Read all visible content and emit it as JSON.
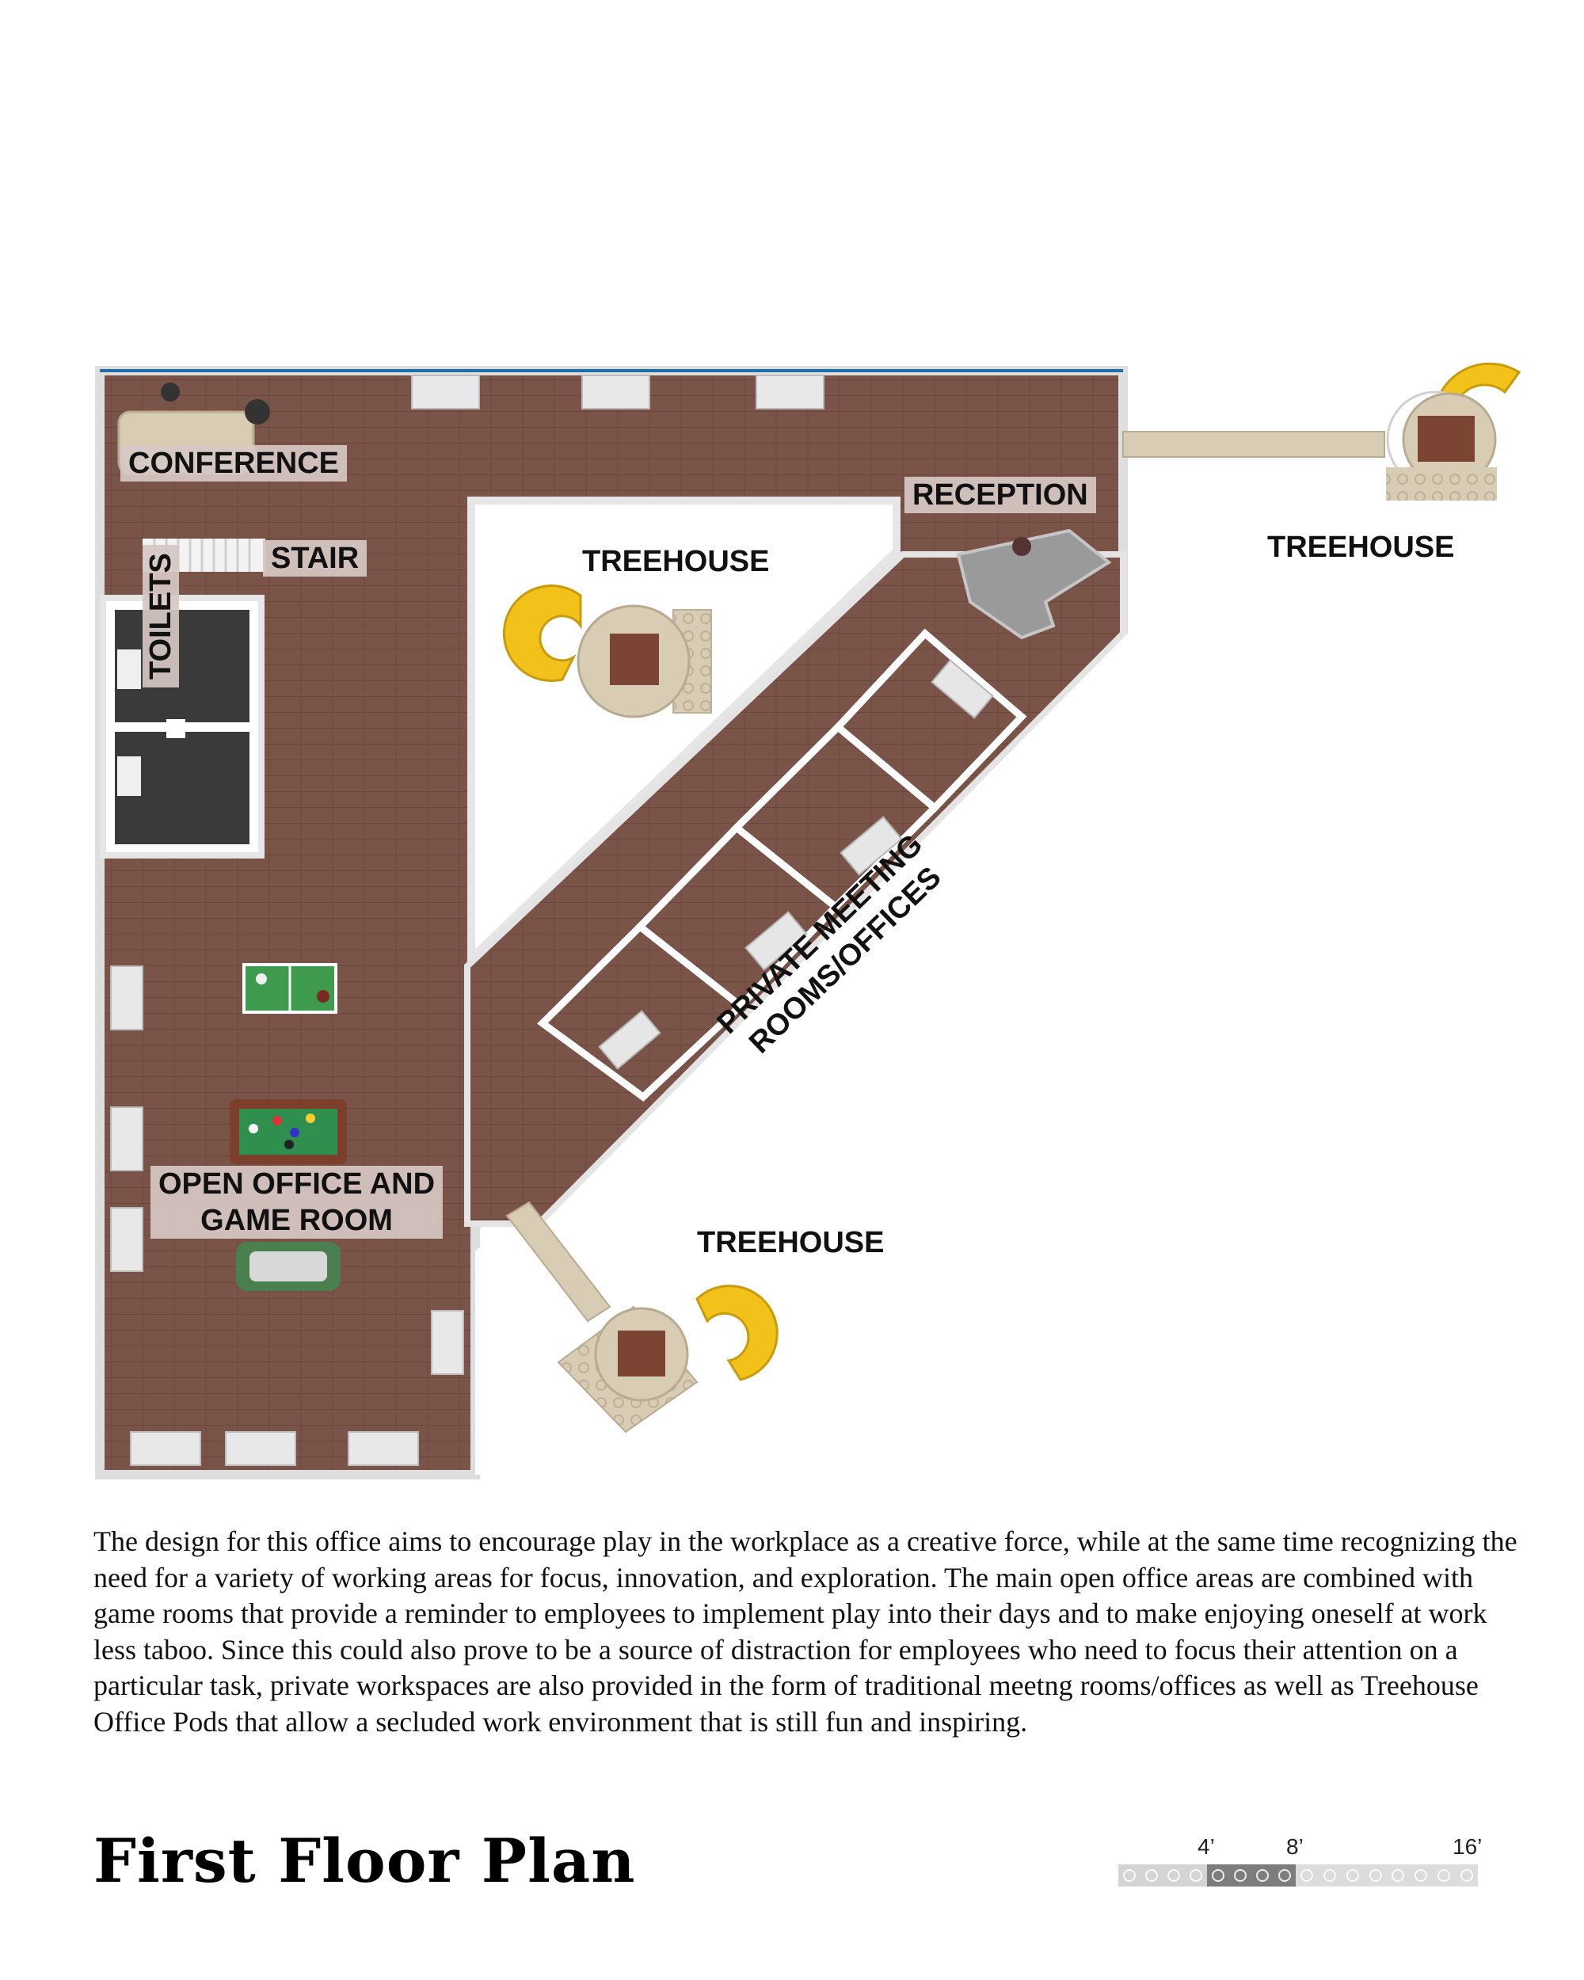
{
  "plan": {
    "labels": {
      "conference": "CONFERENCE",
      "stair": "STAIR",
      "toilets": "TOILETS",
      "treehouse_center": "TREEHOUSE",
      "reception": "RECEPTION",
      "treehouse_right": "TREEHOUSE",
      "private_meeting_line1": "PRIVATE MEETING",
      "private_meeting_line2": "ROOMS/OFFICES",
      "open_office_line1": "OPEN OFFICE AND",
      "open_office_line2": "GAME ROOM",
      "treehouse_bottom": "TREEHOUSE"
    },
    "colors": {
      "floor": "#7a5448",
      "wall": "#eaeaea",
      "toilet_floor": "#3a3a3a",
      "slide": "#f2c21b",
      "pool_table": "#2f8f4e",
      "ping_pong": "#3e9a4c"
    }
  },
  "description": "The design for this office aims to encourage play in the workplace as a creative force, while at the same time recognizing the need for a variety of working areas for focus, innovation, and exploration. The main open office areas are combined with game rooms that provide a reminder to employees to implement play into their days and to make enjoying oneself at work less taboo. Since this could also prove to be a source of distraction for employees who need to focus their attention on a particular task, private workspaces are also provided in the form of traditional meetng rooms/offices as well as Treehouse Office Pods that allow a secluded work environment that is still fun and inspiring.",
  "title": "First Floor Plan",
  "scale": {
    "marks": [
      "4’",
      "8’",
      "16’"
    ]
  }
}
